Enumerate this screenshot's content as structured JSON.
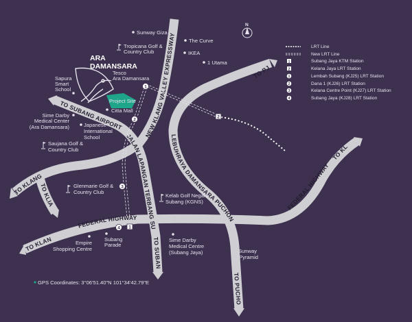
{
  "colors": {
    "background": "#3e3150",
    "road": "#cfcfd3",
    "project_site": "#1fa58a",
    "gps_dot": "#1fa58a"
  },
  "title": [
    "ARA",
    "DAMANSARA"
  ],
  "project_site": "Project Site",
  "compass": "N",
  "roads": {
    "to_subang_airport": "TO SUBANG AIRPORT",
    "jalan_lapangan": "JALAN LAPANGAN TERBANG SUBANG",
    "to_subang": "TO SUBANG",
    "nkve": "NEW KLANG VALLEY EXPRESSWAY",
    "to_klang_top": "TO KLANG",
    "to_klia": "TO KLIA",
    "to_pj": "TO PJ",
    "ldp": "LEBUHRAYA DAMANSARA PUCHONG",
    "to_puchong": "TO PUCHONG",
    "federal_w": "FEDERAL HIGHWAY",
    "federal_e": "FEDERAL HIGHWAY",
    "to_klang_bottom": "TO KLANG",
    "to_kl": "TO KL"
  },
  "pois": {
    "sunway_giza": "Sunway Giza",
    "tropicana": [
      "Tropicana Golf &",
      "Country Club"
    ],
    "the_curve": "The Curve",
    "ikea": "IKEA",
    "one_utama": "1 Utama",
    "tesco": [
      "Tesco",
      "Ara Damansara"
    ],
    "sapura": [
      "Sapura",
      "Smart",
      "School"
    ],
    "citta": "Citta Mall",
    "sime_ara": [
      "Sime Darby",
      "Medical Center",
      "(Ara Damansara)"
    ],
    "japanese": [
      "Japanese",
      "International",
      "School"
    ],
    "saujana": [
      "Saujana Golf &",
      "Country Club"
    ],
    "glenmarie": [
      "Glenmarie Golf &",
      "Country Club"
    ],
    "kgns": [
      "Kelab Golf Negara",
      "Subang (KGNS)"
    ],
    "empire": [
      "Empire",
      "Shopping Centre"
    ],
    "subang_parade": [
      "Subang",
      "Parade"
    ],
    "sime_subang": [
      "Sime Darby",
      "Medical Centre",
      "(Subang Jaya)"
    ],
    "sunway_pyramid": [
      "Sunway",
      "Pyramid"
    ]
  },
  "legend": [
    {
      "marker": "dotted-line",
      "label": "LRT Line"
    },
    {
      "marker": "dashed-line",
      "label": "New LRT Line"
    },
    {
      "marker": "1",
      "label": "Subang Jaya KTM Station"
    },
    {
      "marker": "2",
      "label": "Kelana Jaya LRT Station"
    },
    {
      "marker": "1",
      "label": "Lembah Subang (KJ25) LRT Station"
    },
    {
      "marker": "2",
      "label": "Dana 1 (KJ26) LRT Station"
    },
    {
      "marker": "3",
      "label": "Kelana Centre Point (KJ27) LRT Station"
    },
    {
      "marker": "4",
      "label": "Subang Jaya (KJ28) LRT Station"
    }
  ],
  "gps": "GPS Coordinates: 3°06'51.40\"N 101°34'42.79\"E"
}
